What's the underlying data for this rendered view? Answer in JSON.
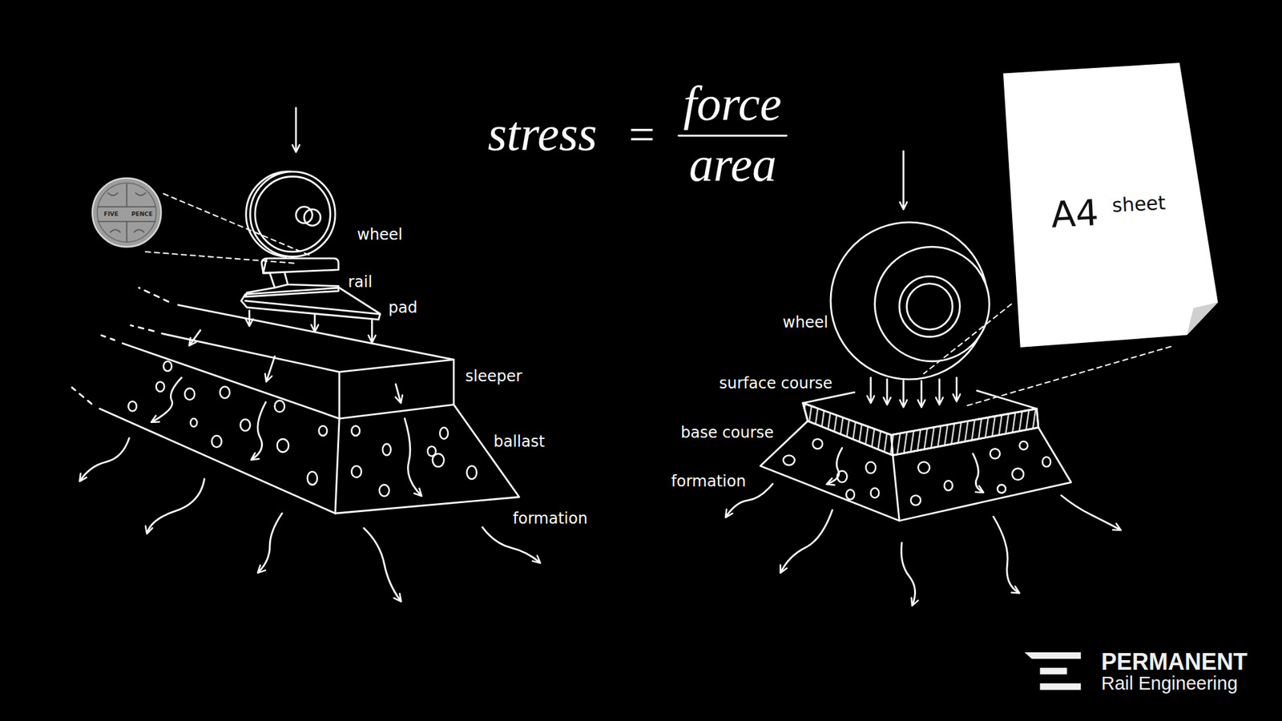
{
  "diagram": {
    "nodes": [
      {
        "text": [
          "A4",
          "sheet"
        ]
      }
    ],
    "labels": [
      "stress",
      "=",
      "force",
      "area",
      "FIVE",
      "PENCE",
      "wheel",
      "rail",
      "pad",
      "sleeper",
      "ballast",
      "formation",
      "wheel",
      "surface course",
      "base course",
      "formation",
      "PERMANENT",
      "Rail Engineering"
    ]
  }
}
